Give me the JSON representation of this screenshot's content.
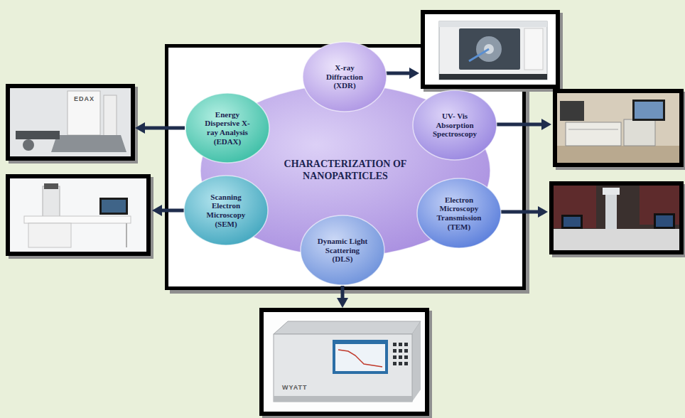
{
  "diagram": {
    "nodes": [
      {
        "text": [
          "CHARACTERIZATION OF NANOPARTICLES"
        ]
      },
      {
        "text": [
          "X-ray Diffraction (XDR)"
        ]
      },
      {
        "text": [
          "Energy Dispersive X-ray Analysis (EDAX)"
        ]
      },
      {
        "text": [
          "UV- Vis Absorption Spectroscopy"
        ]
      },
      {
        "text": [
          "Scanning Electron Microscopy (SEM)"
        ]
      },
      {
        "text": [
          "Electron Microscopy Transmission (TEM)"
        ]
      },
      {
        "text": [
          "Dynamic Light Scattering (DLS)"
        ]
      },
      {
        "text": [
          "EDAX"
        ]
      },
      {
        "text": [
          "WYATT"
        ]
      }
    ],
    "edges": [
      {
        "from": 2,
        "to": 7,
        "arrow": "to"
      },
      {
        "from": 6,
        "to": 8,
        "arrow": "to"
      }
    ]
  }
}
